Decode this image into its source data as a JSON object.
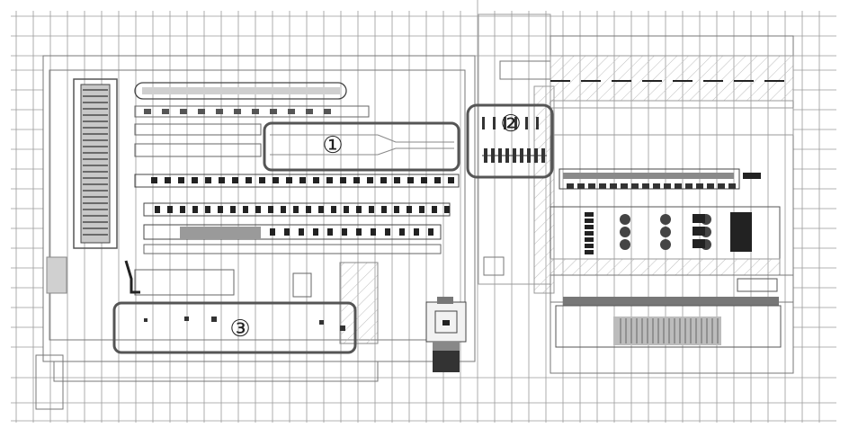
{
  "colors": {
    "background": "#ffffff",
    "line": "#8a8a8a",
    "dark": "#333333",
    "hatch": "#b8b8b8",
    "highlight_box": "#555555"
  },
  "callouts": [
    {
      "id": "1",
      "label": "①"
    },
    {
      "id": "2",
      "label": "②"
    },
    {
      "id": "3",
      "label": "③"
    }
  ]
}
